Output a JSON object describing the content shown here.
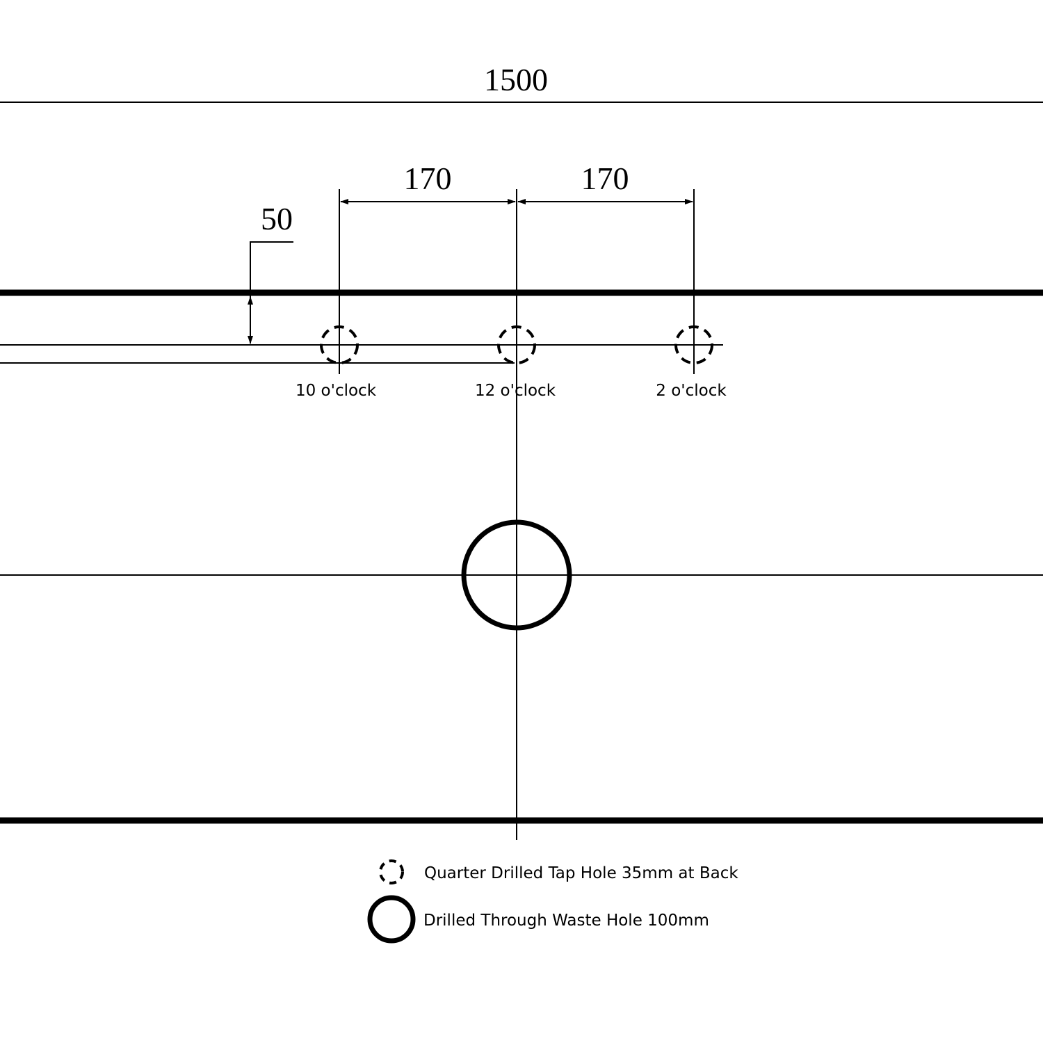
{
  "dimensions": {
    "overall_width": "1500",
    "tap_spacing_left": "170",
    "tap_spacing_right": "170",
    "tap_offset_from_back": "50"
  },
  "tap_holes": [
    {
      "label": "10 o'clock"
    },
    {
      "label": "12 o'clock"
    },
    {
      "label": "2 o'clock"
    }
  ],
  "legend": {
    "tap_hole": "Quarter Drilled Tap Hole 35mm at Back",
    "waste_hole": "Drilled Through Waste Hole 100mm"
  }
}
